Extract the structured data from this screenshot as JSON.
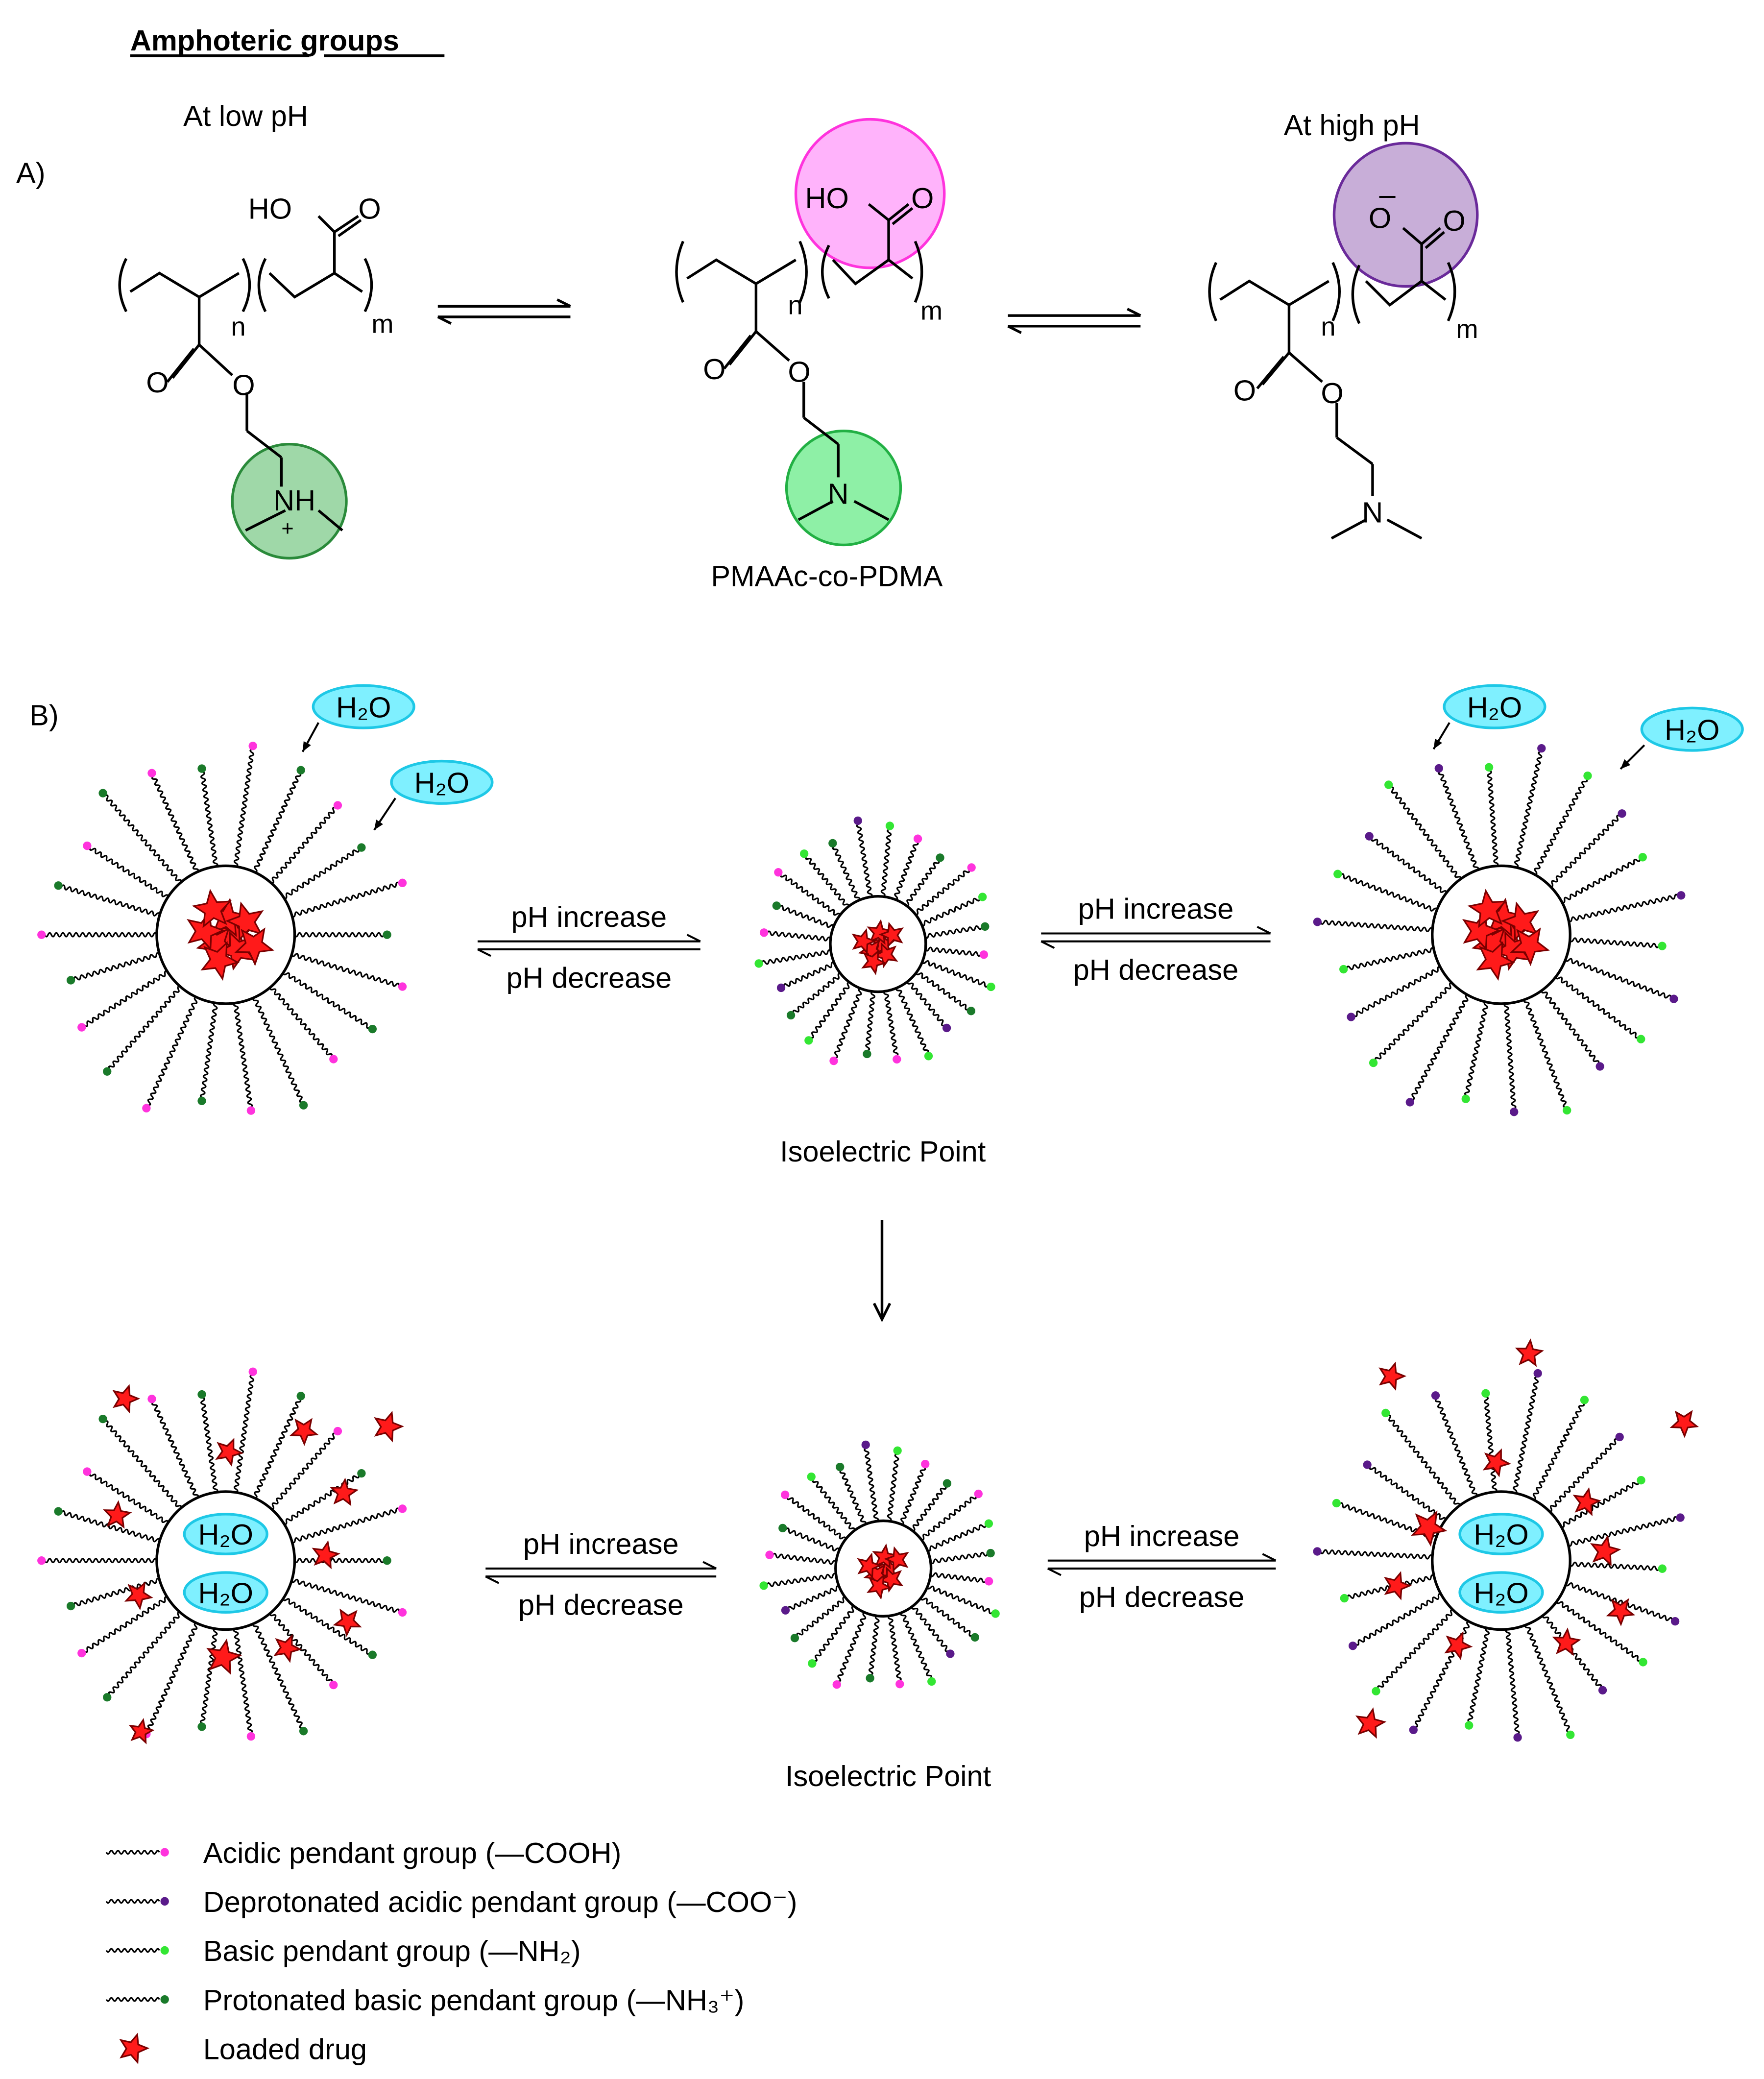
{
  "heading": "Amphoteric groups",
  "panel_a": {
    "label": "A)",
    "low_ph_label": "At low pH",
    "high_ph_label": "At high pH",
    "polymer_name": "PMAAc-co-PDMA",
    "subscript_n": "n",
    "subscript_m": "m",
    "atoms": {
      "ho": "HO",
      "o": "O",
      "n": "N",
      "nh": "NH",
      "plus": "+",
      "minus": "–"
    },
    "colors": {
      "acid_circle": "#ffb3fb",
      "acid_circle_stroke": "#ff33dd",
      "deprotonated_circle": "#c8aed8",
      "deprotonated_circle_stroke": "#6a2a9a",
      "amine_circle_low": "#9fd8a8",
      "amine_circle_low_stroke": "#2a8a3a",
      "amine_circle_mid": "#8ef0a6",
      "amine_circle_mid_stroke": "#22b044"
    }
  },
  "panel_b": {
    "label": "B)",
    "water": "H₂O",
    "ph_increase": "pH increase",
    "ph_decrease": "pH decrease",
    "isoelectric_point": "Isoelectric Point",
    "colors": {
      "water_fill": "#7ff0ff",
      "water_stroke": "#1ec8e6",
      "drug_fill": "#ff1a1a",
      "drug_stroke": "#7a0000"
    }
  },
  "legend": {
    "items": [
      {
        "key": "acidic",
        "label": "Acidic pendant group (—COOH)",
        "color": "#ff33dd"
      },
      {
        "key": "deprotonated",
        "label": "Deprotonated acidic pendant group (—COO⁻)",
        "color": "#5a1a8a"
      },
      {
        "key": "basic",
        "label": "Basic pendant group (—NH₂)",
        "color": "#33e633"
      },
      {
        "key": "protonated",
        "label": "Protonated basic pendant group (—NH₃⁺)",
        "color": "#1a7a2a"
      },
      {
        "key": "drug",
        "label": "Loaded drug",
        "color": "#ff1a1a"
      }
    ]
  }
}
